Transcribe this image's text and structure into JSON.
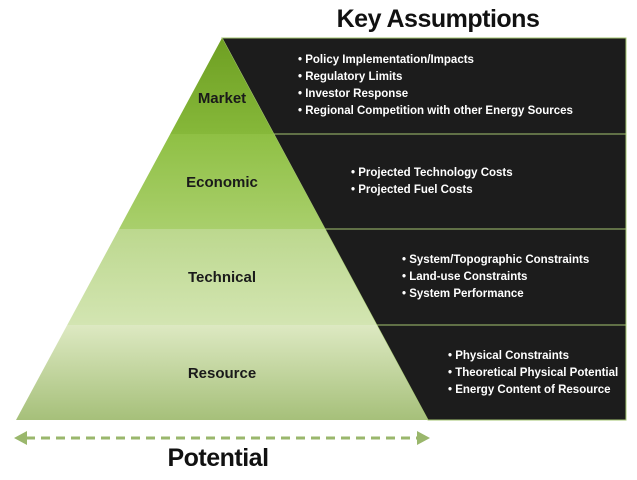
{
  "header": {
    "title": "Key Assumptions"
  },
  "footer": {
    "label": "Potential"
  },
  "colors": {
    "panel": "#1c1c1c",
    "panel_border": "#a3c46f",
    "apex_green": "#78ab2a",
    "base_green": "#e7efcf",
    "arrow": "#9ab76c"
  },
  "tiers": [
    {
      "label": "Market",
      "items": [
        "Policy Implementation/Impacts",
        "Regulatory Limits",
        "Investor Response",
        "Regional Competition with other Energy Sources"
      ]
    },
    {
      "label": "Economic",
      "items": [
        "Projected Technology Costs",
        "Projected Fuel Costs"
      ]
    },
    {
      "label": "Technical",
      "items": [
        "System/Topographic Constraints",
        "Land-use Constraints",
        "System Performance"
      ]
    },
    {
      "label": "Resource",
      "items": [
        "Physical Constraints",
        "Theoretical Physical Potential",
        "Energy Content of Resource"
      ]
    }
  ]
}
